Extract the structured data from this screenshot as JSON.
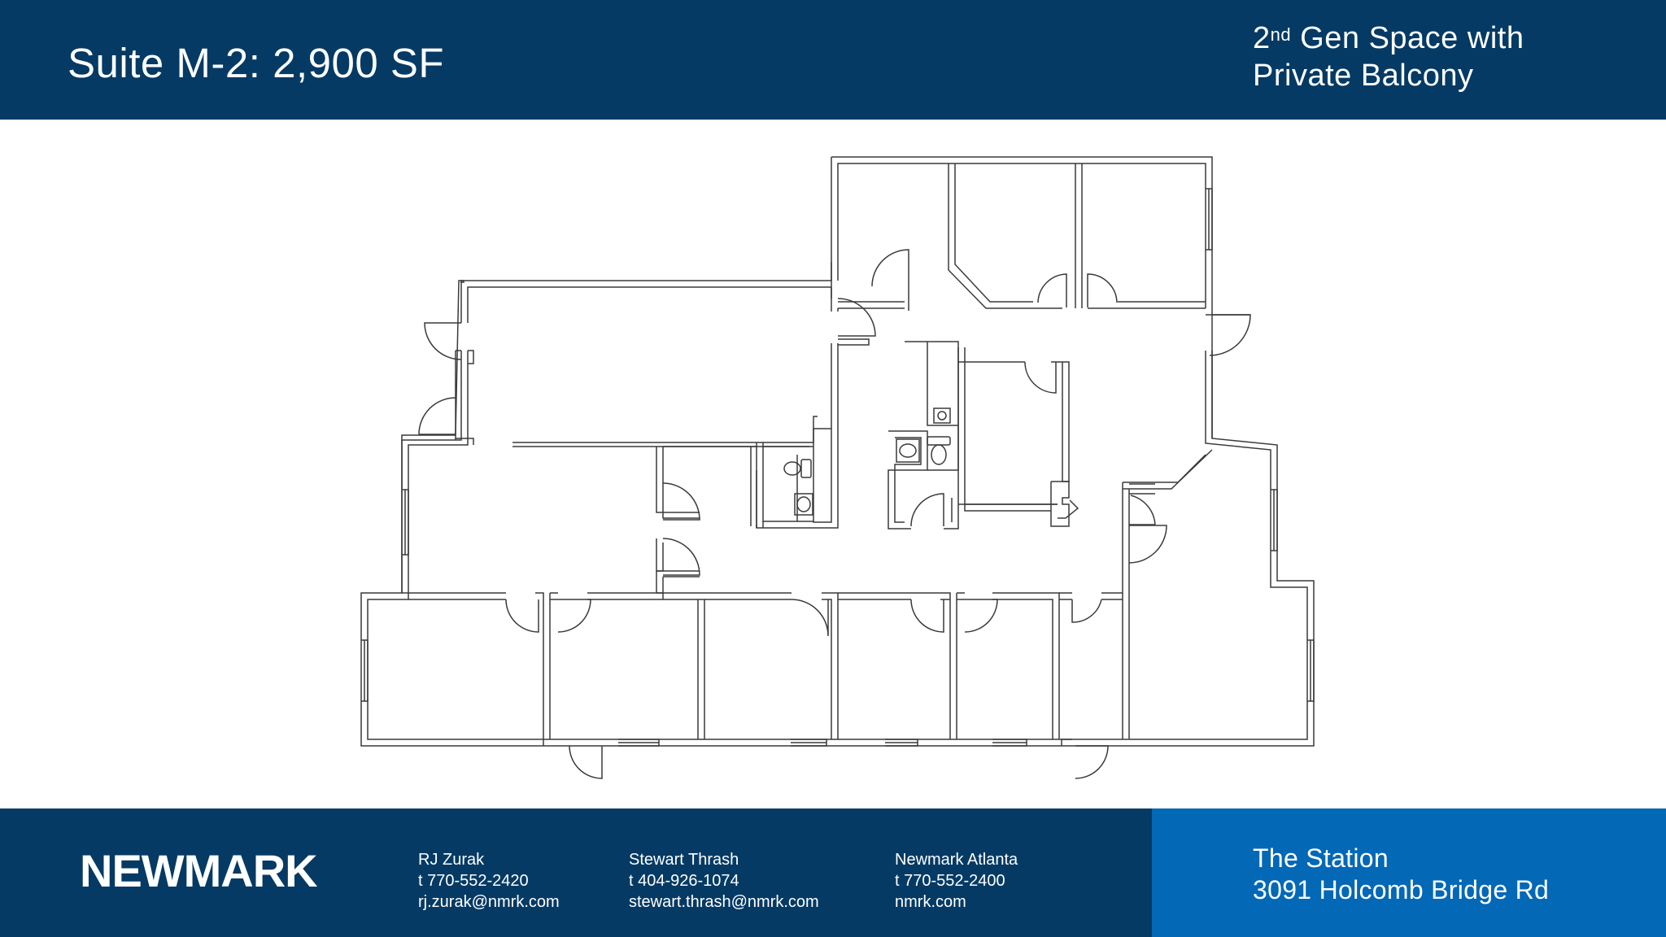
{
  "header": {
    "title": "Suite M-2: 2,900 SF",
    "tagline_ordinal": "2",
    "tagline_suffix": "nd",
    "tagline_line1_rest": " Gen Space with",
    "tagline_line2": "Private Balcony"
  },
  "footer": {
    "logo_text": "NEWMARK",
    "contacts": [
      {
        "name": "RJ Zurak",
        "phone": "t 770-552-2420",
        "email": "rj.zurak@nmrk.com"
      },
      {
        "name": "Stewart Thrash",
        "phone": "t 404-926-1074",
        "email": "stewart.thrash@nmrk.com"
      },
      {
        "name": "Newmark Atlanta",
        "phone": "t 770-552-2400",
        "email": "nmrk.com"
      }
    ],
    "property_name": "The Station",
    "property_address": "3091 Holcomb Bridge Rd"
  },
  "colors": {
    "navy": "#053a64",
    "blue": "#0368b6",
    "line": "#3a3a3a"
  }
}
